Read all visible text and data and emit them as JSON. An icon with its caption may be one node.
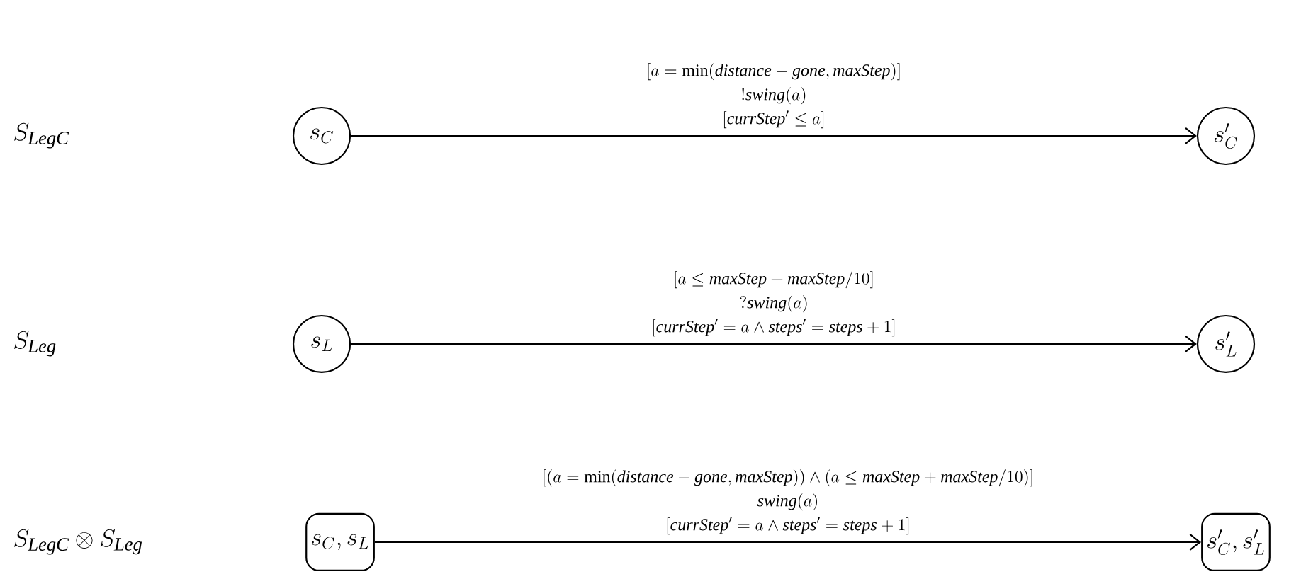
{
  "diagram": {
    "nodes": [
      {
        "text": [
          "s_C"
        ]
      },
      {
        "text": [
          "s'_C"
        ]
      },
      {
        "text": [
          "s_L"
        ]
      },
      {
        "text": [
          "s'_L"
        ]
      },
      {
        "text": [
          "s_C, s_L"
        ]
      },
      {
        "text": [
          "s'_C, s'_L"
        ]
      }
    ],
    "edges": [
      {
        "from": 0,
        "to": 1,
        "arrow": "to",
        "label": "\\begin{gathered}[a = \\min(\\mathit{distance} - \\mathit{gone}, \\mathit{maxStep})]\\\\ !\\mathit{swing}(a)\\\\ [\\mathit{currStep}' \\leq a]\\end{gathered}"
      },
      {
        "from": 2,
        "to": 3,
        "arrow": "to",
        "label": "\\begin{gathered}[a \\leq \\mathit{maxStep} + \\mathit{maxStep}/10]\\\\ ?\\mathit{swing}(a)\\\\ [\\mathit{currStep}' = a \\wedge \\mathit{steps}' = \\mathit{steps} + 1]\\end{gathered}"
      },
      {
        "from": 4,
        "to": 5,
        "arrow": "to",
        "label": "\\begin{gathered}[(a = \\min(\\mathit{distance} - \\mathit{gone}, \\mathit{maxStep})) \\wedge (a \\leq \\mathit{maxStep} + \\mathit{maxStep}/10)]\\\\ \\mathit{swing}(a)\\\\ [\\mathit{currStep}' = a \\wedge \\mathit{steps}' = \\mathit{steps} + 1]\\end{gathered}"
      }
    ],
    "labels": [
      "S_{\\mathit{LegC}}",
      "S_{\\mathit{Leg}}",
      "S_{\\mathit{LegC}} \\otimes S_{\\mathit{Leg}}"
    ]
  }
}
